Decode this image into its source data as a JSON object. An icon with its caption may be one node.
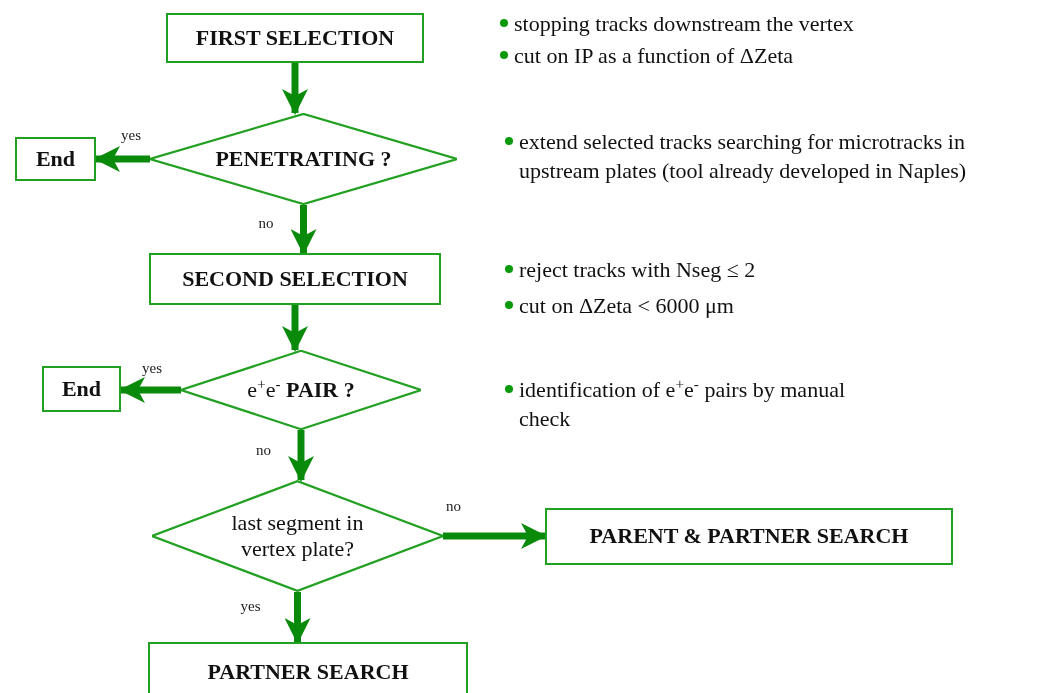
{
  "diagram": {
    "nodes": [
      {
        "text": [
          "FIRST SELECTION"
        ]
      },
      {
        "text": [
          "End"
        ]
      },
      {
        "text": [
          "PENETRATING ?"
        ]
      },
      {
        "text": [
          "SECOND SELECTION"
        ]
      },
      {
        "text": [
          "End"
        ]
      },
      {
        "text": [
          "e$^{+}$e$^{-}$ **PAIR ?**"
        ]
      },
      {
        "text": [
          "last segment in vertex plate?"
        ]
      },
      {
        "text": [
          "PARENT & PARTNER SEARCH"
        ]
      },
      {
        "text": [
          "PARTNER SEARCH"
        ]
      }
    ],
    "edges": [
      {
        "from": 0,
        "to": 2,
        "arrow": "to"
      },
      {
        "from": 2,
        "to": 1,
        "arrow": "to",
        "label": "yes"
      },
      {
        "from": 2,
        "to": 3,
        "arrow": "to",
        "label": "no"
      },
      {
        "from": 3,
        "to": 5,
        "arrow": "to"
      },
      {
        "from": 5,
        "to": 4,
        "arrow": "to",
        "label": "yes"
      },
      {
        "from": 5,
        "to": 6,
        "arrow": "to",
        "label": "no"
      },
      {
        "from": 6,
        "to": 7,
        "arrow": "to",
        "label": "no"
      },
      {
        "from": 6,
        "to": 8,
        "arrow": "to",
        "label": "yes"
      }
    ],
    "labels": [
      "stopping tracks downstream the vertex",
      "cut on IP as a function of ΔZeta",
      "extend selected tracks searching for microtracks in upstream plates (tool already developed in Naples)",
      "reject tracks with Nseg ≤ 2",
      "cut on ΔZeta < 6000 μm",
      "identification of e$^{+}$e$^{-}$ pairs by manual check"
    ]
  }
}
